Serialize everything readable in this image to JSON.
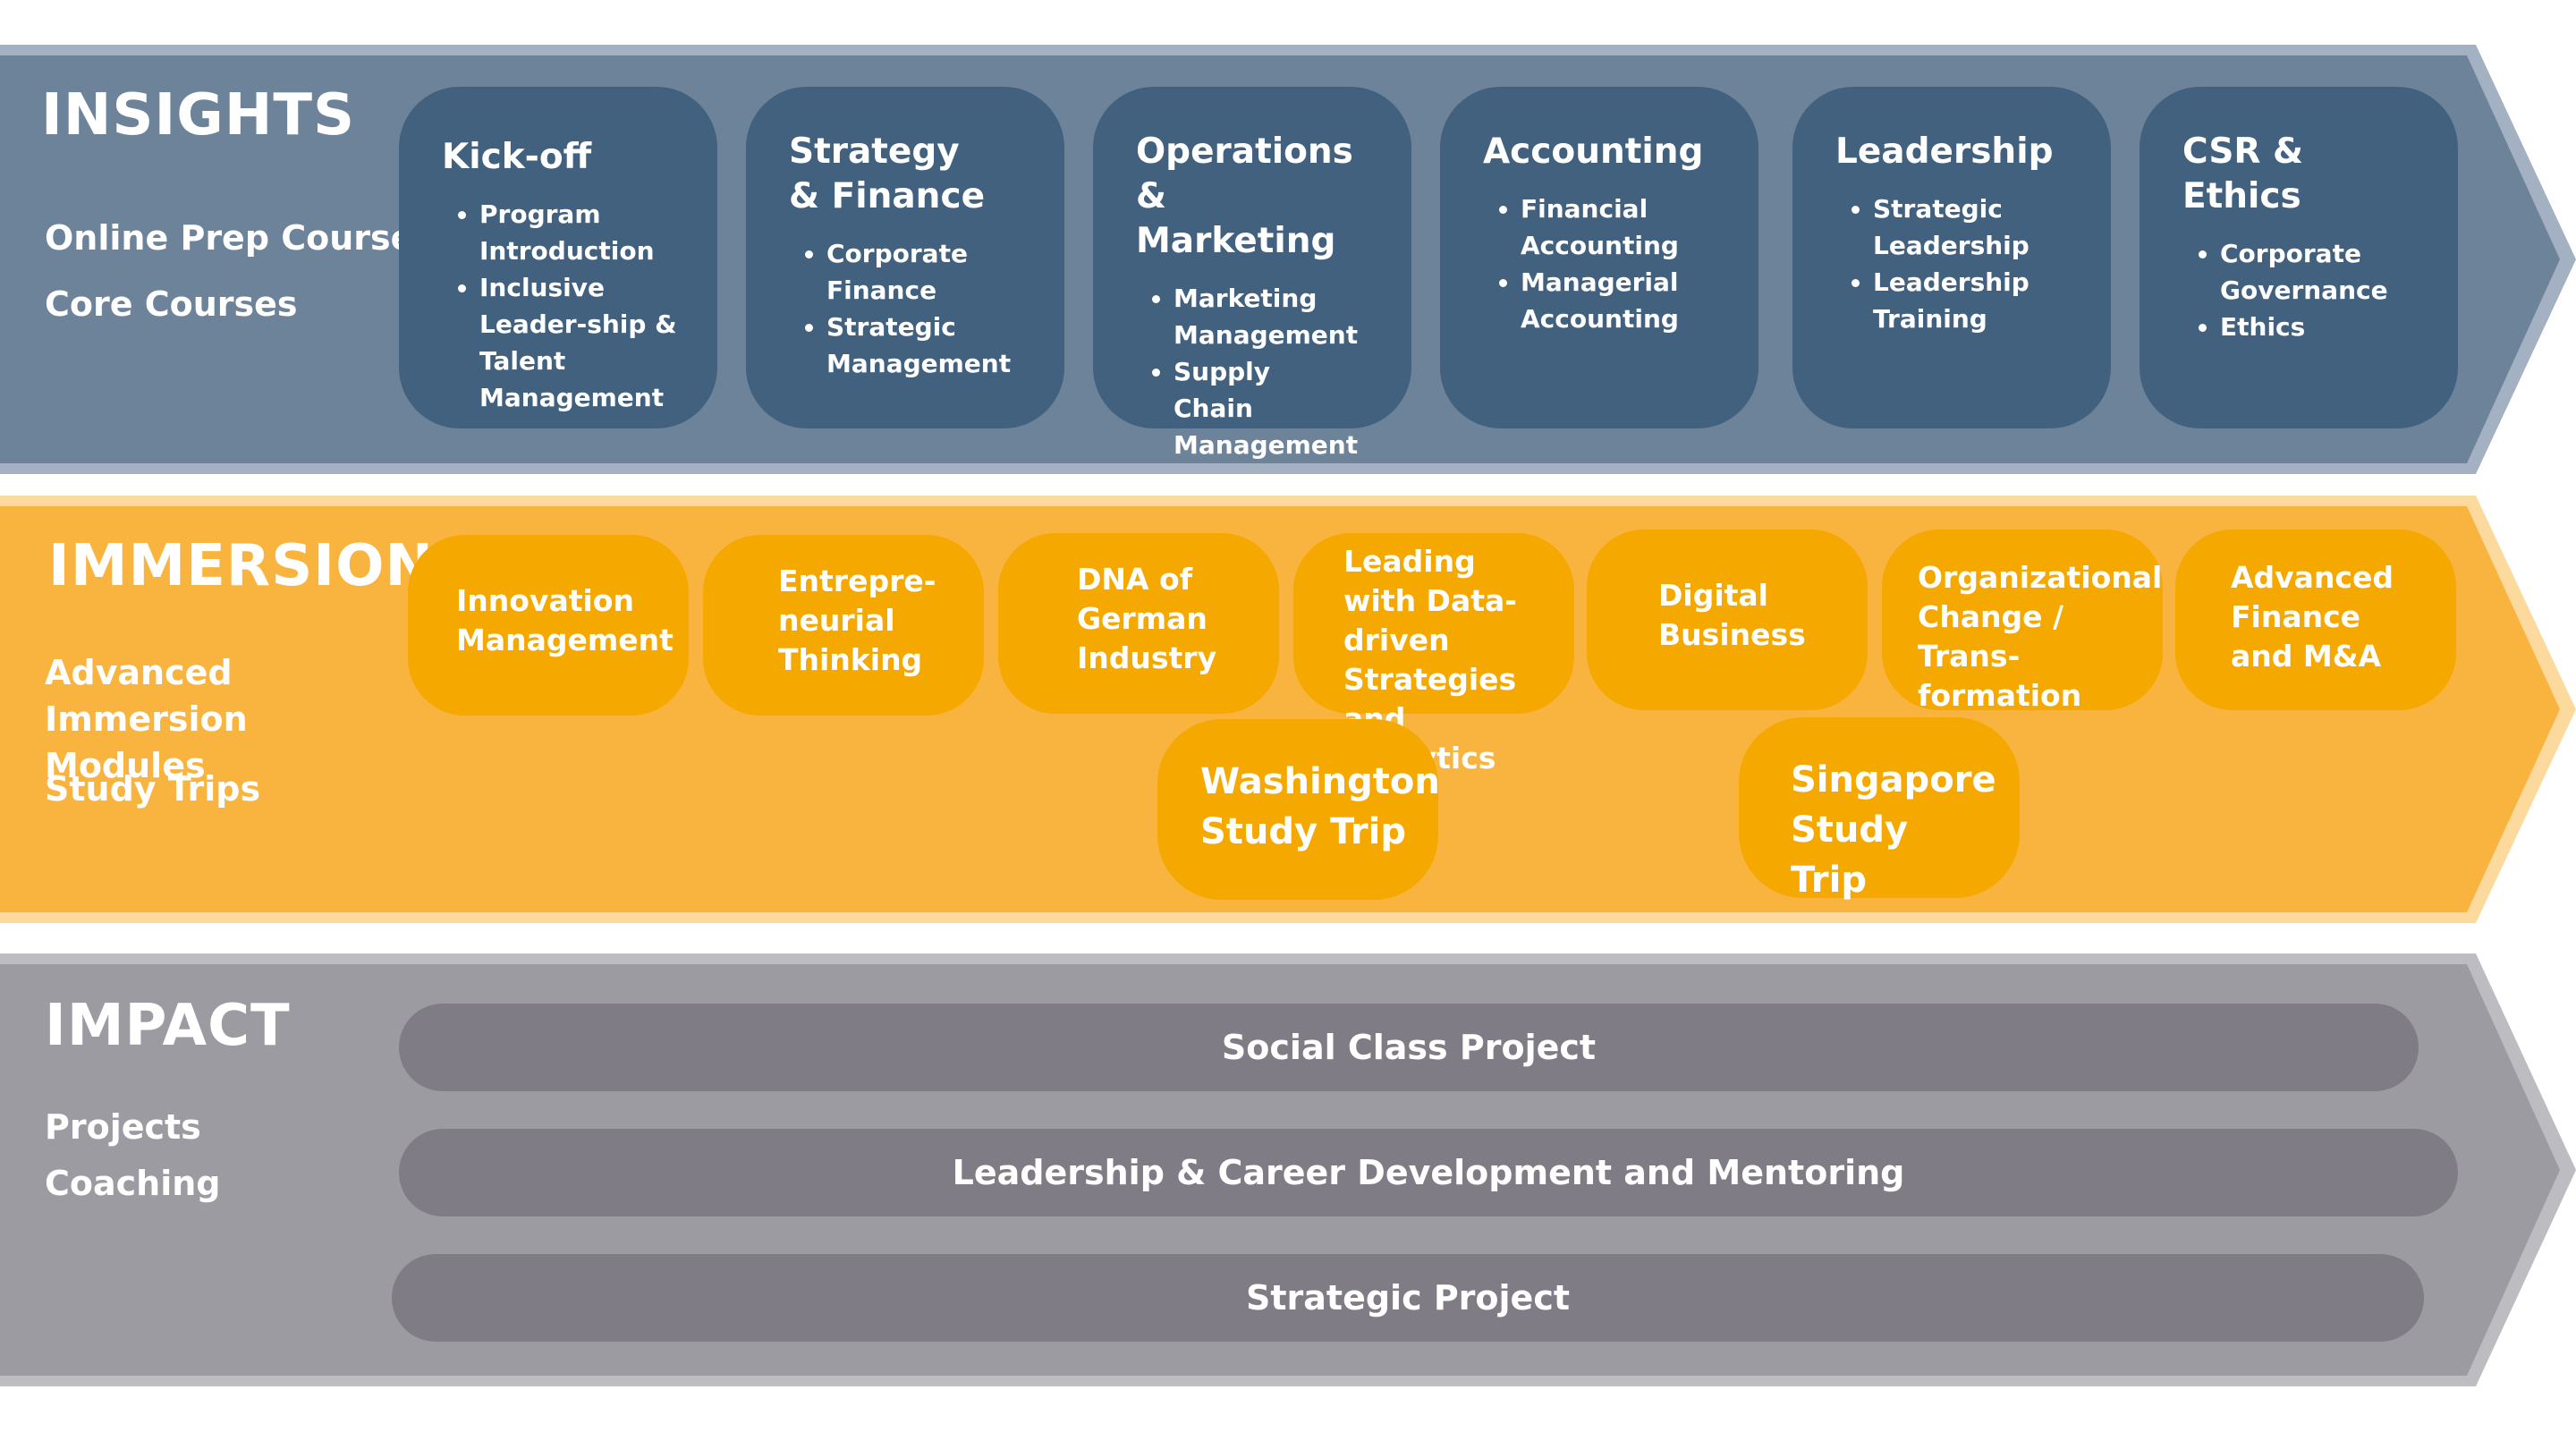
{
  "insights": {
    "title": "INSIGHTS",
    "subtitles": [
      "Online Prep Courses",
      "Core Courses"
    ],
    "cards": [
      {
        "title": "Kick-off",
        "items": [
          "Program Introduction",
          "Inclusive Leader-ship & Talent Management"
        ]
      },
      {
        "title": "Strategy & Finance",
        "items": [
          "Corporate Finance",
          "Strategic Management"
        ]
      },
      {
        "title": "Operations & Marketing",
        "items": [
          "Marketing Management",
          "Supply Chain Management"
        ]
      },
      {
        "title": "Accounting",
        "items": [
          "Financial Accounting",
          "Managerial Accounting"
        ]
      },
      {
        "title": "Leadership",
        "items": [
          "Strategic Leadership",
          "Leadership Training"
        ]
      },
      {
        "title": "CSR & Ethics",
        "items": [
          "Corporate Governance",
          "Ethics"
        ]
      }
    ]
  },
  "immersion": {
    "title": "IMMERSION",
    "subtitles": [
      "Advanced Immersion Modules",
      "Study Trips"
    ],
    "modules": [
      "Innovation Management",
      "Entrepre-neurial Thinking",
      "DNA of German Industry",
      "Leading with Data-driven Strategies and Analytics",
      "Digital Business",
      "Organizational Change / Trans-formation",
      "Advanced Finance and M&A"
    ],
    "trips": [
      "Washington Study Trip",
      "Singapore Study Trip"
    ]
  },
  "impact": {
    "title": "IMPACT",
    "subtitles": [
      "Projects",
      "Coaching"
    ],
    "bars": [
      "Social Class Project",
      "Leadership & Career Development and Mentoring",
      "Strategic Project"
    ]
  },
  "colors": {
    "insights_band": "#6d8399",
    "insights_card": "#42617f",
    "immersion_band": "#f8b43e",
    "immersion_pill": "#f5a800",
    "impact_band": "#9d9ba2",
    "impact_bar": "#807c85"
  }
}
